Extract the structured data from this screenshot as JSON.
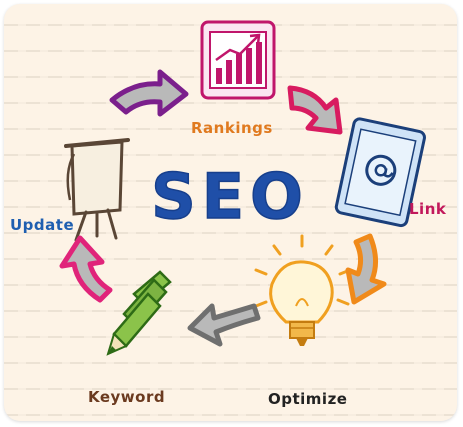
{
  "title": "SEO",
  "labels": {
    "rankings": "Rankings",
    "link": "Link",
    "optimize": "Optimize",
    "keyword": "Keyword",
    "update": "Update"
  },
  "icons": {
    "rankings": "chart-monitor-icon",
    "link": "email-at-icon",
    "optimize": "lightbulb-icon",
    "keyword": "pencil-icon",
    "update": "easel-board-icon"
  },
  "colors": {
    "title": "#1f4fa8",
    "rankings": "#e07a1f",
    "link": "#c2185b",
    "optimize": "#222222",
    "keyword": "#6b3a1f",
    "update": "#1f5fb0",
    "arrow_purple": "#7b1f8c",
    "arrow_pink": "#d81b60",
    "arrow_orange": "#f08a1a",
    "arrow_gray": "#6f6f6f",
    "arrow_magenta": "#e0247a"
  }
}
